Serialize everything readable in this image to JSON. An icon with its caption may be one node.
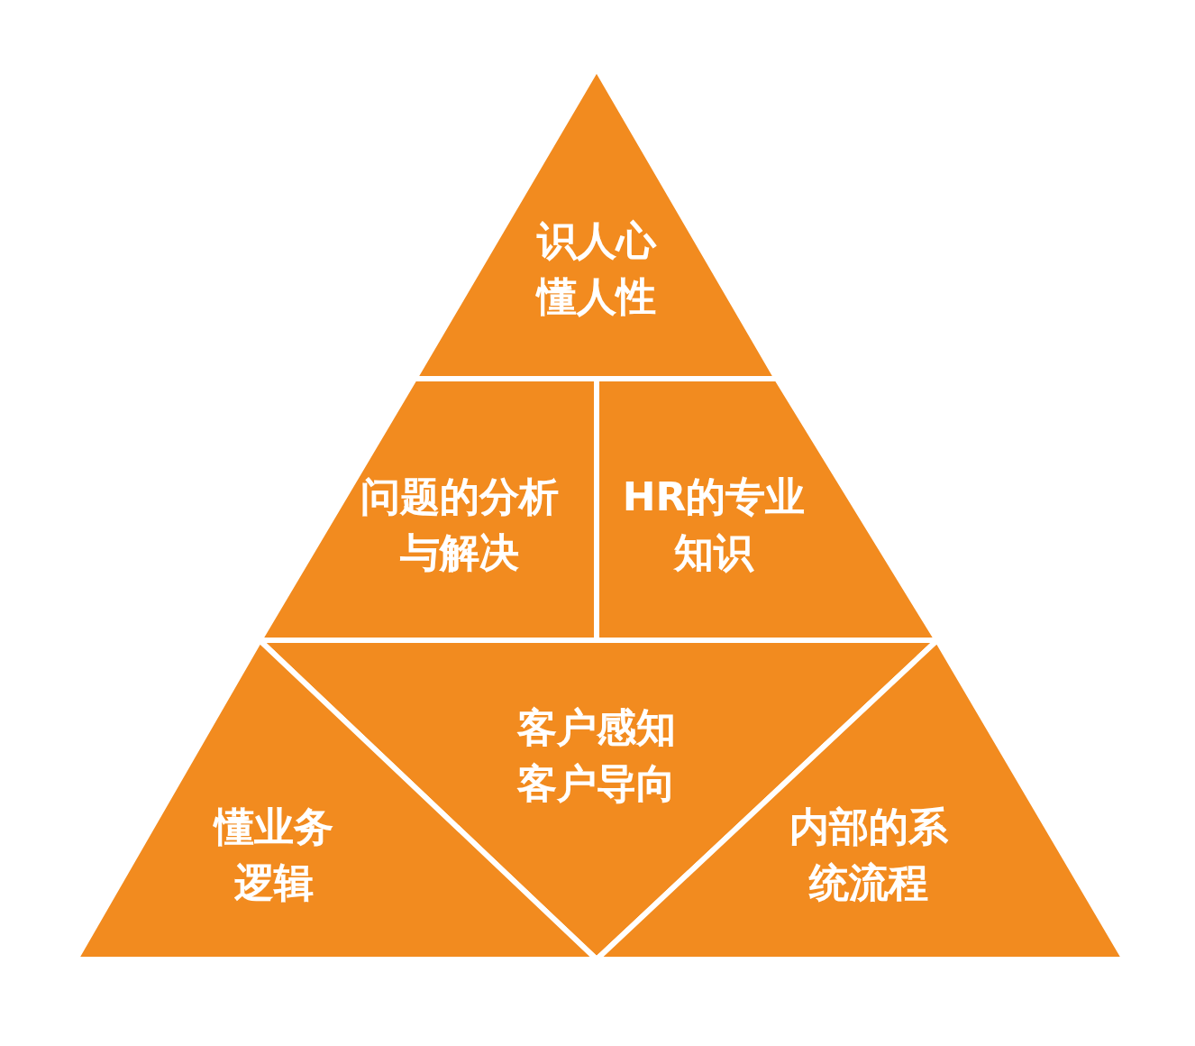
{
  "diagram": {
    "nodes": [
      {
        "text": [
          "识人心",
          "懂人性"
        ]
      },
      {
        "text": [
          "问题的分析与解决"
        ]
      },
      {
        "text": [
          "HR的专业知识"
        ]
      },
      {
        "text": [
          "客户感知",
          "客户导向"
        ]
      },
      {
        "text": [
          "懂业务逻辑"
        ]
      },
      {
        "text": [
          "内部的系统流程"
        ]
      }
    ]
  }
}
